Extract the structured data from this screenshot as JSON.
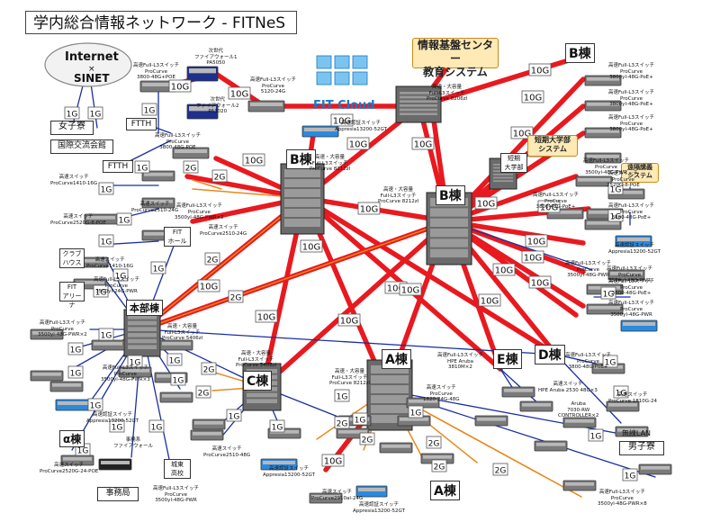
{
  "title": "学内総合情報ネットワーク - FITNeS",
  "internet": {
    "line1": "Internet",
    "line2": "×",
    "line3": "SINET"
  },
  "cloud_label": "FIT Cloud",
  "systems": {
    "kiban": "情報基盤センター\n教育システム",
    "tandai": "短期大学部\nシステム",
    "remote": "遠隔講義\nシステム"
  },
  "buildings": {
    "b_main": "B棟",
    "b_top": "B棟",
    "b_tower": "B棟",
    "a_tower": "A棟",
    "a_lower": "A棟",
    "c": "C棟",
    "d": "D棟",
    "e": "E棟",
    "honbu": "本部棟",
    "alpha": "α棟",
    "joshi": "女子寮",
    "kokusai": "国際交流会館",
    "ftth1": "FTTH",
    "ftth2": "FTTH",
    "fithall": "FIT\nホール",
    "club": "クラブ\nハウス",
    "arena": "FIT\nアリーナ",
    "jimukyoku": "事務局",
    "johoku": "城東\n高校",
    "tandai_bldg": "短期\n大学部",
    "musen": "無線LAN",
    "danshi": "男子寮"
  },
  "link_labels": {
    "tenG": "10G",
    "oneG": "1G",
    "twoG": "2G"
  },
  "device_text": {
    "fw1": "次世代\nファイアウォール1\nPA5050",
    "fw2": "次世代\nファイアウォール2\nPA3020",
    "core_top": "高速・大容量\nFull-L3スイッチ\nProCurve 8206zl",
    "core_b": "高速・大容量\nFull-L3スイッチ\nProCurve 8212zl",
    "core_b2": "高速・大容量\nFull-L3スイッチ\nProCurve 8212zl",
    "core_a": "高速・大容量\nFull-L3スイッチ\nProCurve 8212zl",
    "core_honbu": "高速・大容量\nFull-L3スイッチ\nProCurve 5406zl",
    "core_c": "高速・大容量\nFull-L3スイッチ\nProCurve 5406zl",
    "sw_inet": "高速Full-L3スイッチ\nProCurve\n3800-48G+POE",
    "sw_fw": "高速Full-L3スイッチ\nProCurve\n5120-24G",
    "sw_ftth": "高速Full-L3スイッチ\nProCurve\n3800-48G-POE",
    "auth_b": "高速認証スイッチ\nAppresia13200-52GT",
    "sw_1410": "高速スイッチ\nProCurve1410-16G",
    "sw_2510": "高速スイッチ\nProCurve2510-24G",
    "sw_2520": "高速スイッチ\nProCurve2520G-8-POE",
    "sw_3500x2": "高速Full-L3スイッチ\nProCurve\n3500yl-48G-PWR×2",
    "sw_fithall": "高速スイッチ\nProCurve2510-24G",
    "sw_club": "高速スイッチ\nProCurve1410-16G",
    "sw_arena": "高速Full-L3スイッチ\nProCurve\n3500yl-24G-PWR",
    "sw_honbu_l": "高速Full-L3スイッチ\nProCurve\n3500yl-48G-PWR×2",
    "sw_honbu_3": "高速Full-L3スイッチ\nProCurve\n3500yl-48G-PWR×3",
    "auth_honbu": "高速認証スイッチ\nAppresia13200-52GT",
    "sw_alpha": "高速スイッチ\nProCurve2520G-24-POE",
    "fw_jimu": "事務系\nファイアウォール",
    "sw_c2510": "高速スイッチ\nProCurve2510-48G",
    "auth_c": "高速認証スイッチ\nAppresia13200-52GT",
    "sw_johoku": "高速Full-L3スイッチ\nProCurve\n3500yl-48G-PWR",
    "sw_a2910": "高速スイッチ\nProCurve2910al-24G",
    "auth_a": "高速認証スイッチ\nAppresia13200-52GT",
    "sw_e_aruba": "高速Full-L3スイッチ\nHPE Aruba\n3810M×2",
    "sw_e_small": "高速スイッチ\nProCurve\n1820-24G-48G",
    "sw_e_2530": "高速スイッチ\nHPE Aruba 2530 48G×3",
    "aruba_ctrl": "Aruba\n7030-RW\nCONTROLLER×2",
    "sw_d3800": "高速Full-L3スイッチ\nProCurve\n3800-48G-PoE+",
    "sw_d1810": "高速スイッチ\nProCurve 1810G-24",
    "sw_danshi": "高速Full-L3スイッチ\nProCurve\n3500yl-48G-PWR×8",
    "sw_r1": "高速Full-L3スイッチ\nProCurve\n3800yl-48G-PoE+",
    "sw_r2": "高速Full-L3スイッチ\nProCurve\n3800yl-48G-PoE+",
    "sw_r3": "高速Full-L3スイッチ\nProCurve\n3800yl-48G-PoE+",
    "sw_r4": "高速Full-L3スイッチ\nProCurve\n3500yl-48G-PWR",
    "sw_r5": "高速スイッチ\nProCurve\n2520G-8-POE",
    "sw_r6": "高速Full-L3スイッチ\nProCurve\n3800-48G-PoE+",
    "auth_r": "高速認証スイッチ\nAppresia13200-52GT",
    "sw_r7": "高速Full-L3スイッチ\nProCurve\n3500yl-48G-PWR",
    "sw_r8": "高速Full-L3スイッチ\nProCurve\n3800-48G-PoE+",
    "sw_r9": "高速Full-L3スイッチ\nProCurve\n3500yl-48G-PWR",
    "sw_tandai": "高速Full-L3スイッチ\nProCurve\n3800-48G-PoE+",
    "sw_tandai2": "高速Full-L3スイッチ\nProCurve\n3500yl-48G-PWR"
  },
  "colors": {
    "tenG": "#e8191f",
    "oneG": "#1b2fa0",
    "twoG": "#e8891c",
    "auth": "#2a8ae0"
  }
}
